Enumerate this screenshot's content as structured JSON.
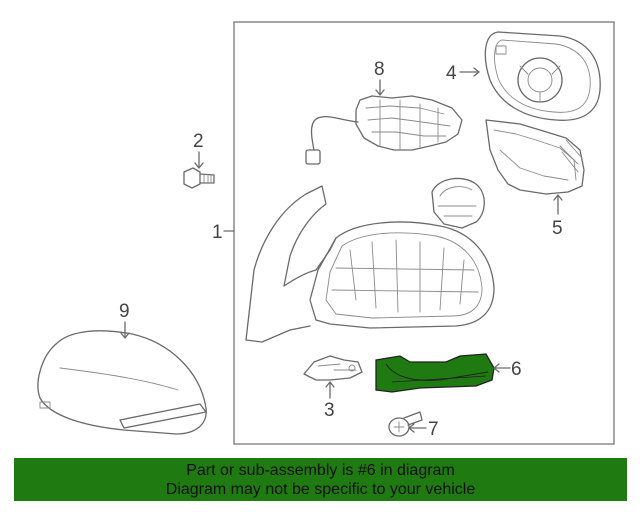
{
  "callouts": {
    "c1": "1",
    "c2": "2",
    "c3": "3",
    "c4": "4",
    "c5": "5",
    "c6": "6",
    "c7": "7",
    "c8": "8",
    "c9": "9"
  },
  "highlight_color": "#1f7a11",
  "banner": {
    "line1": "Part or sub-assembly is #6 in diagram",
    "line2": "Diagram may not be specific to your vehicle"
  }
}
